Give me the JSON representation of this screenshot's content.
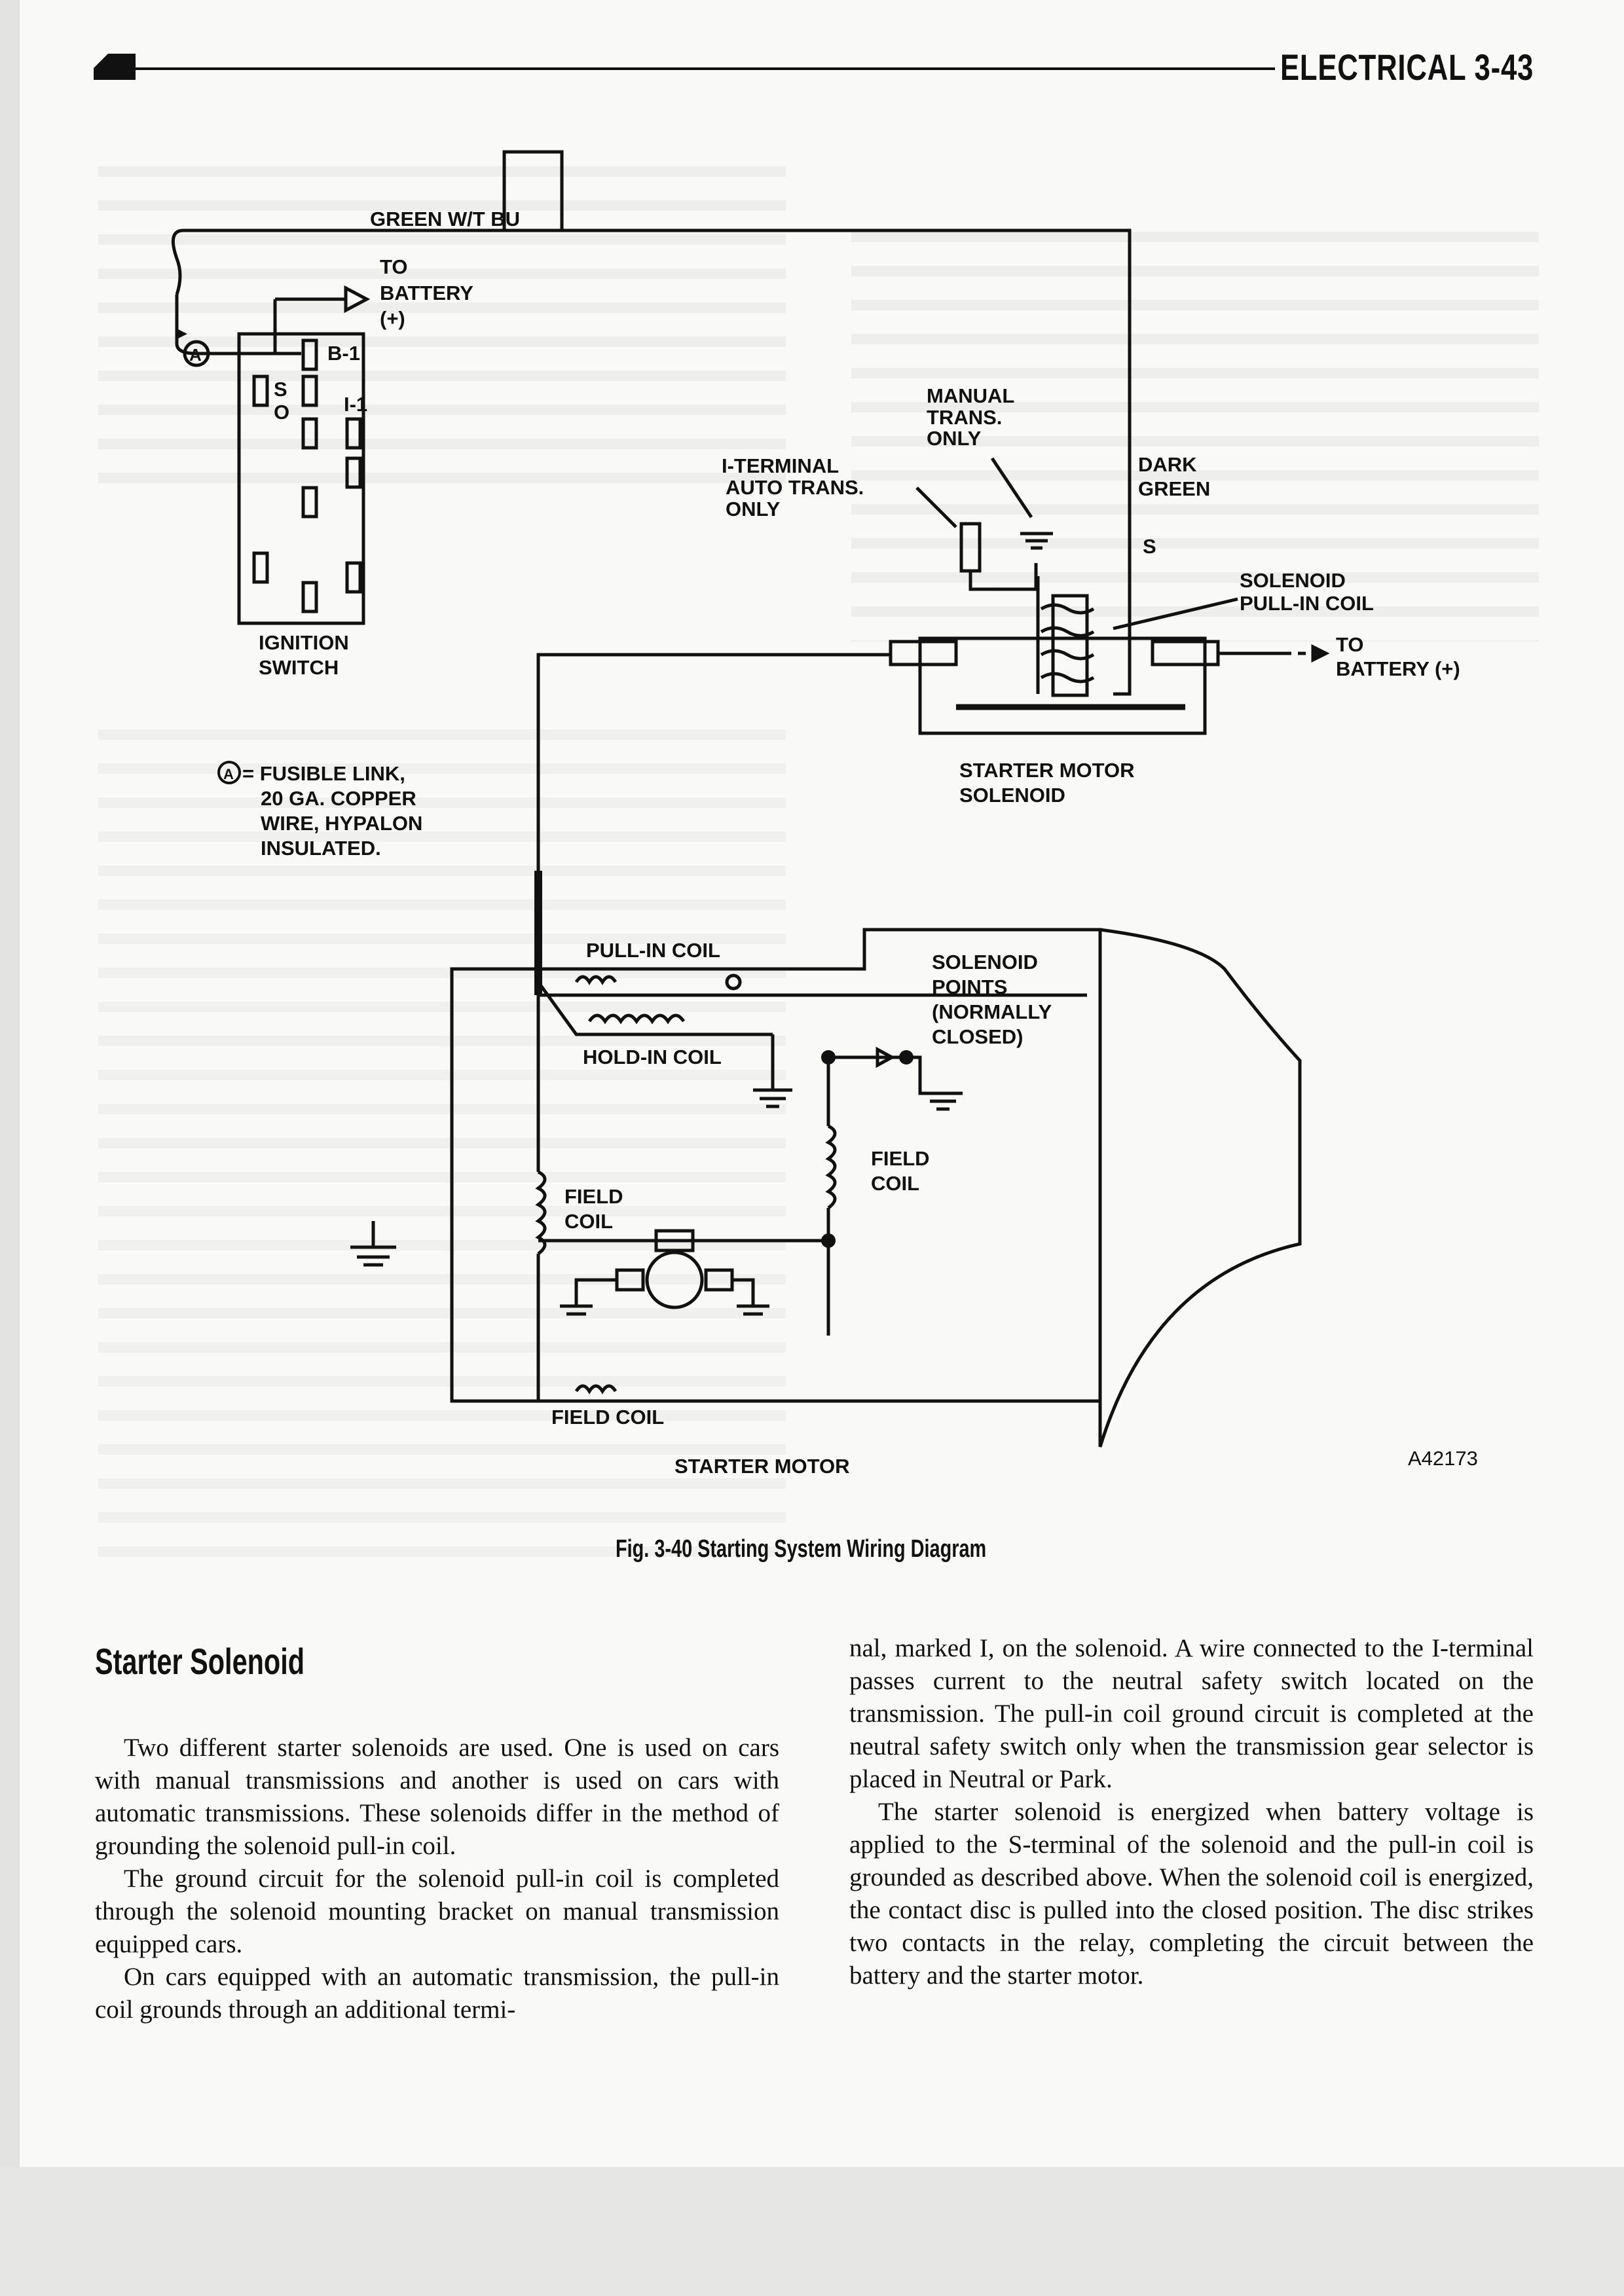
{
  "header": {
    "running_head": "ELECTRICAL 3-43"
  },
  "diagram": {
    "labels": {
      "green_wt_bu": "GREEN W/T BU",
      "to_battery_1": "TO",
      "to_battery_2": "BATTERY",
      "to_battery_3": "(+)",
      "fusible_marker": "A",
      "b1": "B-1",
      "s_term": "S",
      "o_term": "O",
      "i1": "I-1",
      "ignition_1": "IGNITION",
      "ignition_2": "SWITCH",
      "manual_1": "MANUAL",
      "manual_2": "TRANS.",
      "manual_3": "ONLY",
      "iterm_1": "I-TERMINAL",
      "iterm_2": "AUTO TRANS.",
      "iterm_3": "ONLY",
      "dark_green_1": "DARK",
      "dark_green_2": "GREEN",
      "s_small": "S",
      "pullin_right_1": "SOLENOID",
      "pullin_right_2": "PULL-IN COIL",
      "to_bat_r_1": "TO",
      "to_bat_r_2": "BATTERY (+)",
      "starter_sol_1": "STARTER MOTOR",
      "starter_sol_2": "SOLENOID",
      "fusible_1": "= FUSIBLE LINK,",
      "fusible_2": "20 GA. COPPER",
      "fusible_3": "WIRE, HYPALON",
      "fusible_4": "INSULATED.",
      "pullin_coil": "PULL-IN COIL",
      "holdin_coil": "HOLD-IN COIL",
      "sol_points_1": "SOLENOID",
      "sol_points_2": "POINTS",
      "sol_points_3": "(NORMALLY",
      "sol_points_4": "CLOSED)",
      "field_coil_r_1": "FIELD",
      "field_coil_r_2": "COIL",
      "field_coil_l_1": "FIELD",
      "field_coil_l_2": "COIL",
      "field_coil_b": "FIELD COIL",
      "starter_motor": "STARTER MOTOR",
      "ref_code": "A42173"
    }
  },
  "figure": {
    "caption": "Fig. 3-40 Starting System Wiring Diagram"
  },
  "section": {
    "title": "Starter Solenoid"
  },
  "body": {
    "left_paragraphs": [
      "Two different starter solenoids are used. One is used on cars with manual transmissions and another is used on cars with automatic transmissions. These solenoids differ in the method of grounding the solenoid pull-in coil.",
      "The ground circuit for the solenoid pull-in coil is completed through the solenoid mounting bracket on manual transmission equipped cars.",
      "On cars equipped with an automatic transmission, the pull-in coil grounds through an additional termi-"
    ],
    "right_paragraphs": [
      "nal, marked I, on the solenoid. A wire connected to the I-terminal passes current to the neutral safety switch located on the transmission. The pull-in coil ground circuit is completed at the neutral safety switch only when the transmission gear selector is placed in Neutral or Park.",
      "The starter solenoid is energized when battery voltage is applied to the S-terminal of the solenoid and the pull-in coil is grounded as described above. When the solenoid coil is energized, the contact disc is pulled into the closed position. The disc strikes two contacts in the relay, completing the circuit between the battery and the starter motor."
    ]
  }
}
